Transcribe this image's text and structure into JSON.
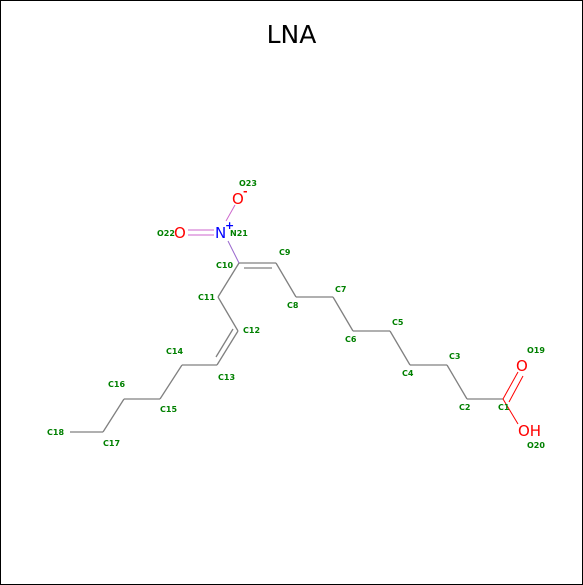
{
  "title": "LNA",
  "colors": {
    "bond": "#808080",
    "carbon_label": "#008000",
    "oxygen": "#ff0000",
    "nitrogen": "#0000ff",
    "nitro_bond": "#cc99cc"
  },
  "atoms": {
    "C1": "C1",
    "C2": "C2",
    "C3": "C3",
    "C4": "C4",
    "C5": "C5",
    "C6": "C6",
    "C7": "C7",
    "C8": "C8",
    "C9": "C9",
    "C10": "C10",
    "C11": "C11",
    "C12": "C12",
    "C13": "C13",
    "C14": "C14",
    "C15": "C15",
    "C16": "C16",
    "C17": "C17",
    "C18": "C18",
    "O19": "O19",
    "O20": "O20",
    "N21": "N21",
    "O22": "O22",
    "O23": "O23"
  },
  "symbols": {
    "oxygen": "O",
    "nitrogen": "N",
    "hydroxyl": "OH",
    "plus": "+",
    "minus": "-"
  }
}
